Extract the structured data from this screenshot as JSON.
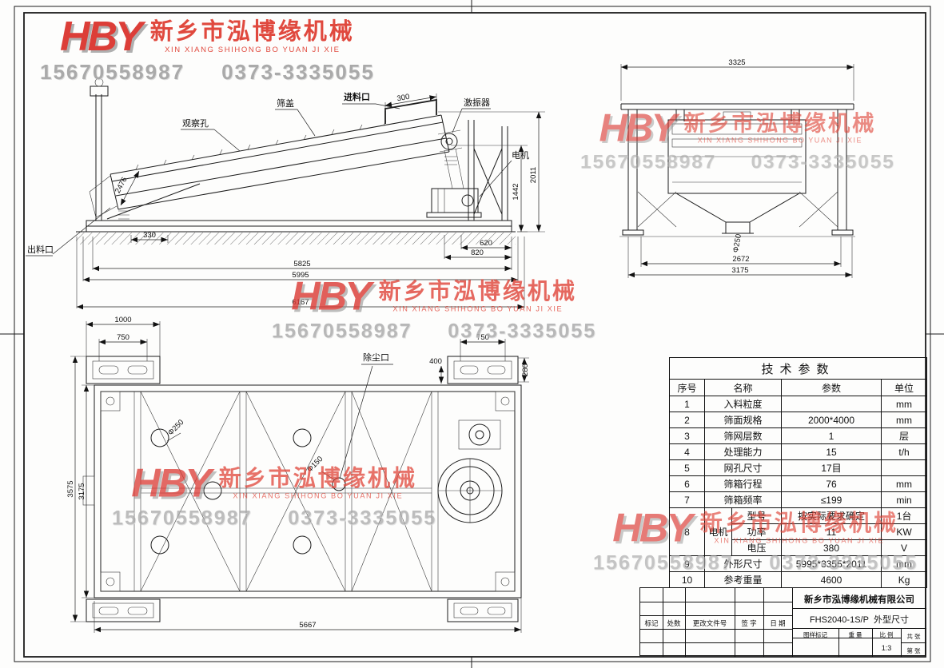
{
  "watermark": {
    "logo": "HBY",
    "company_cn": "新乡市泓博缘机械",
    "company_en": "XIN XIANG SHIHONG BO YUAN JI XIE",
    "phone_mobile": "15670558987",
    "phone_tel": "0373-3335055"
  },
  "side_view": {
    "labels": {
      "observation_hole": "观察孔",
      "screen_cover": "筛盖",
      "feed_inlet": "进料口",
      "exciter": "激振器",
      "motor": "电机",
      "discharge_outlet": "出料口"
    },
    "dims": {
      "feed_width": "300",
      "height_total": "2011",
      "height_body": "1442",
      "incline_len": "2476",
      "d330": "330",
      "d620": "620",
      "d820": "820",
      "d5825": "5825",
      "d5995": "5995",
      "d6167": "6167"
    }
  },
  "front_view": {
    "dims": {
      "width_top": "3325",
      "outlet_dia": "Φ250",
      "d2672": "2672",
      "d3175": "3175"
    }
  },
  "top_view": {
    "labels": {
      "dust_port": "除尘口"
    },
    "dims": {
      "d1000": "1000",
      "d750_left": "750",
      "d750_right": "750",
      "d400": "400",
      "d280": "280",
      "d3575": "3575",
      "d3175": "3175",
      "d5667": "5667",
      "hole_250": "Φ250",
      "hole_150": "Φ150"
    }
  },
  "params_table": {
    "title": "技术参数",
    "headers": [
      "序号",
      "名称",
      "参数",
      "单位"
    ],
    "rows": [
      {
        "no": "1",
        "name": "入料粒度",
        "value": "",
        "unit": "mm"
      },
      {
        "no": "2",
        "name": "筛面规格",
        "value": "2000*4000",
        "unit": "mm"
      },
      {
        "no": "3",
        "name": "筛网层数",
        "value": "1",
        "unit": "层"
      },
      {
        "no": "4",
        "name": "处理能力",
        "value": "15",
        "unit": "t/h"
      },
      {
        "no": "5",
        "name": "网孔尺寸",
        "value": "17目",
        "unit": ""
      },
      {
        "no": "6",
        "name": "筛箱行程",
        "value": "76",
        "unit": "mm"
      },
      {
        "no": "7",
        "name": "筛箱频率",
        "value": "≤199",
        "unit": "min"
      }
    ],
    "motor": {
      "no": "8",
      "name": "电机",
      "subrows": [
        {
          "sub": "型号",
          "value": "按实际要求确定",
          "unit": "1台"
        },
        {
          "sub": "功率",
          "value": "11",
          "unit": "KW"
        },
        {
          "sub": "电压",
          "value": "380",
          "unit": "V"
        }
      ]
    },
    "rows2": [
      {
        "no": "9",
        "name": "外形尺寸",
        "value": "5995*3355*2011",
        "unit": "mm"
      },
      {
        "no": "10",
        "name": "参考重量",
        "value": "4600",
        "unit": "Kg"
      }
    ]
  },
  "title_block": {
    "company": "新乡市泓博缘机械有限公司",
    "drawing_no": "FHS2040-1S/P",
    "drawing_name": "外型尺寸",
    "rev_headers": [
      "标记",
      "处数",
      "更改文件号",
      "签 字",
      "日 期"
    ],
    "mark_headers": [
      "图样标记",
      "重 量",
      "比 例"
    ],
    "scale": "1:3",
    "sheet_total": "共 张",
    "sheet_no": "第 张"
  }
}
